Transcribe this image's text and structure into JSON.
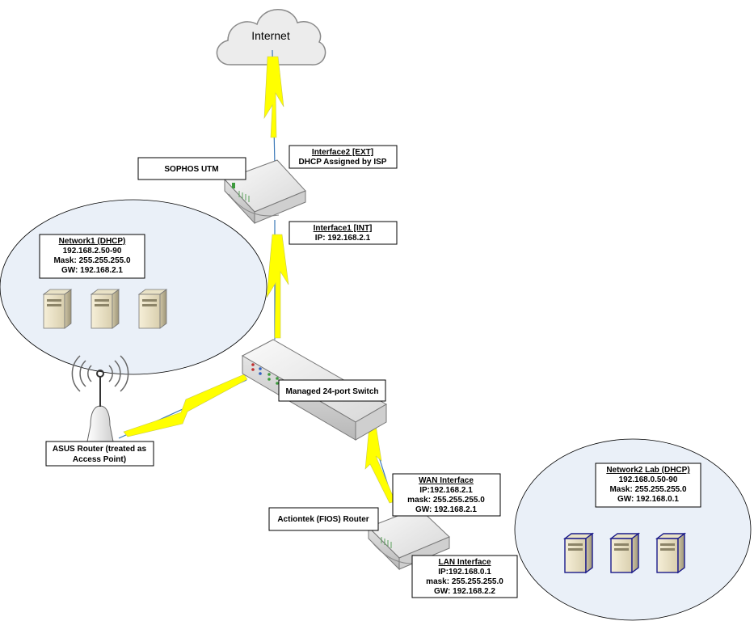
{
  "internet": {
    "label": "Internet"
  },
  "sophos": {
    "label": "SOPHOS UTM"
  },
  "interface2": {
    "title": "Interface2 [EXT]",
    "detail": "DHCP Assigned by ISP"
  },
  "interface1": {
    "title": "Interface1 [INT]",
    "detail": "IP: 192.168.2.1"
  },
  "network1": {
    "title": "Network1 (DHCP)",
    "lines": [
      "192.168.2.50-90",
      "Mask: 255.255.255.0",
      "GW: 192.168.2.1"
    ]
  },
  "switch": {
    "label": "Managed 24-port Switch"
  },
  "asus": {
    "lines": [
      "ASUS Router (treated as",
      "Access Point)"
    ]
  },
  "wan": {
    "title": "WAN Interface",
    "lines": [
      "IP:192.168.2.1",
      "mask: 255.255.255.0",
      "GW: 192.168.2.1"
    ]
  },
  "actiontek": {
    "label": "Actiontek (FIOS) Router"
  },
  "lan": {
    "title": "LAN Interface",
    "lines": [
      "IP:192.168.0.1",
      "mask: 255.255.255.0",
      "GW: 192.168.2.2"
    ]
  },
  "network2": {
    "title": "Network2 Lab (DHCP)",
    "lines": [
      "192.168.0.50-90",
      "Mask: 255.255.255.0",
      "GW: 192.168.0.1"
    ]
  },
  "colors": {
    "bolt": "#ffff00",
    "wire": "#3a78b8",
    "circle_fill": "#eaf0f8",
    "device_body": "#ececec",
    "server_n2_outline": "#1a1a8a"
  }
}
